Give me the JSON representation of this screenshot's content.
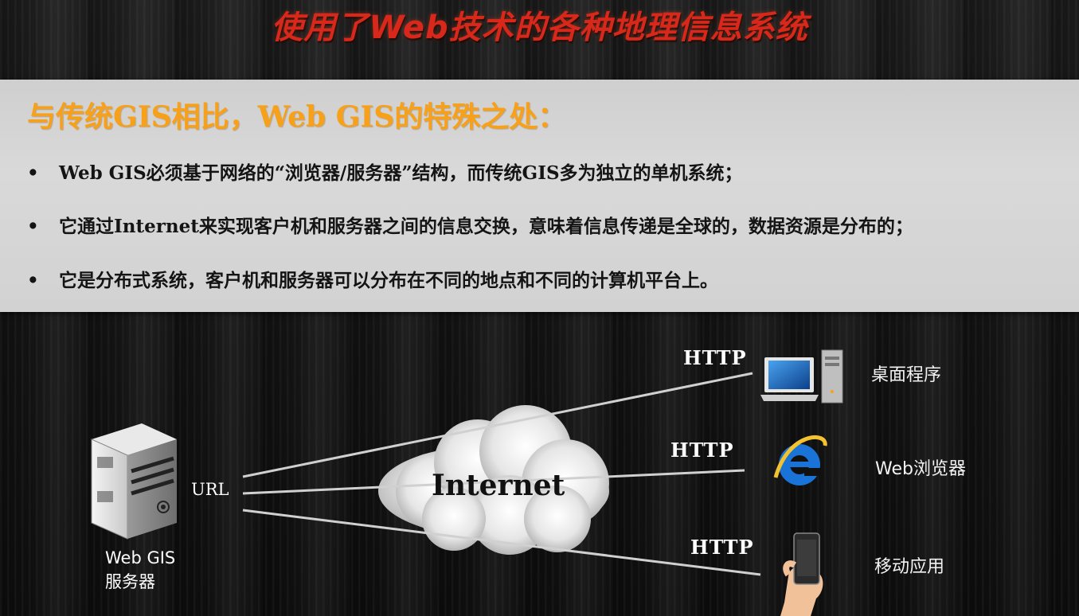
{
  "slide": {
    "title": "使用了Web技术的各种地理信息系统"
  },
  "panel": {
    "heading": "与传统GIS相比，Web GIS的特殊之处：",
    "bullet_symbol": "•",
    "bullets": [
      "Web GIS必须基于网络的“浏览器/服务器”结构，而传统GIS多为独立的单机系统；",
      "它通过Internet来实现客户机和服务器之间的信息交换，意味着信息传递是全球的，数据资源是分布的；",
      "它是分布式系统，客户机和服务器可以分布在不同的地点和不同的计算机平台上。"
    ]
  },
  "diagram": {
    "server_label_line1": "Web GIS",
    "server_label_line2": "服务器",
    "url_label": "URL",
    "cloud_label": "Internet",
    "clients": [
      {
        "protocol": "HTTP",
        "label": "桌面程序",
        "icon": "desktop-computer-icon"
      },
      {
        "protocol": "HTTP",
        "label": "Web浏览器",
        "icon": "web-browser-icon"
      },
      {
        "protocol": "HTTP",
        "label": "移动应用",
        "icon": "mobile-phone-icon"
      }
    ]
  },
  "colors": {
    "title": "#d8281c",
    "heading": "#f7a11a",
    "panel_bg": "#d6d6d6",
    "browser_blue": "#1a73d6"
  }
}
